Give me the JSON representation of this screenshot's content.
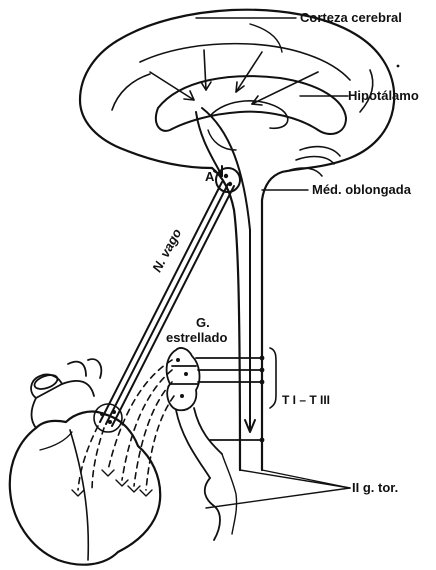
{
  "labels": {
    "corteza": "Corteza cerebral",
    "hipotalamo": "Hipotálamo",
    "medula": "Méd. oblongada",
    "vago": "N. vago",
    "ganglio_g": "G.",
    "ganglio_estrellado": "estrellado",
    "segmentos": "T I – T III",
    "ganglios_toracicos": "II g. tor.",
    "punto_a": "A"
  },
  "colors": {
    "ink": "#111111",
    "paper": "#ffffff"
  }
}
